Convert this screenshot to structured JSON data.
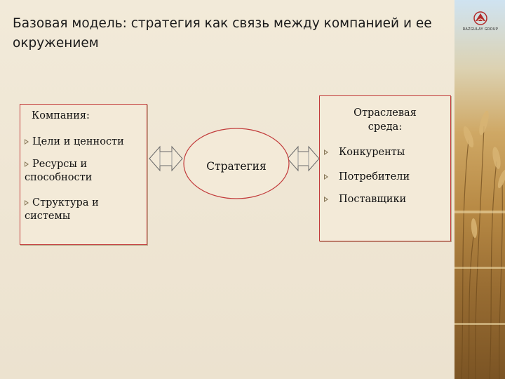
{
  "slide": {
    "title": "Базовая модель: стратегия как связь между компанией и ее окружением",
    "logo_text": "RAZGULAY GROUP"
  },
  "company": {
    "heading": "Компания:",
    "items": [
      "Цели и ценности",
      "Ресурсы и способности",
      "Структура и системы"
    ]
  },
  "strategy": {
    "label": "Стратегия"
  },
  "industry": {
    "heading": "Отраслевая среда:",
    "items": [
      "Конкуренты",
      "Потребители",
      "Поставщики"
    ]
  },
  "colors": {
    "box_border": "#c23b3b",
    "ellipse_border": "#c23b3b",
    "background": "#efe6d5"
  }
}
